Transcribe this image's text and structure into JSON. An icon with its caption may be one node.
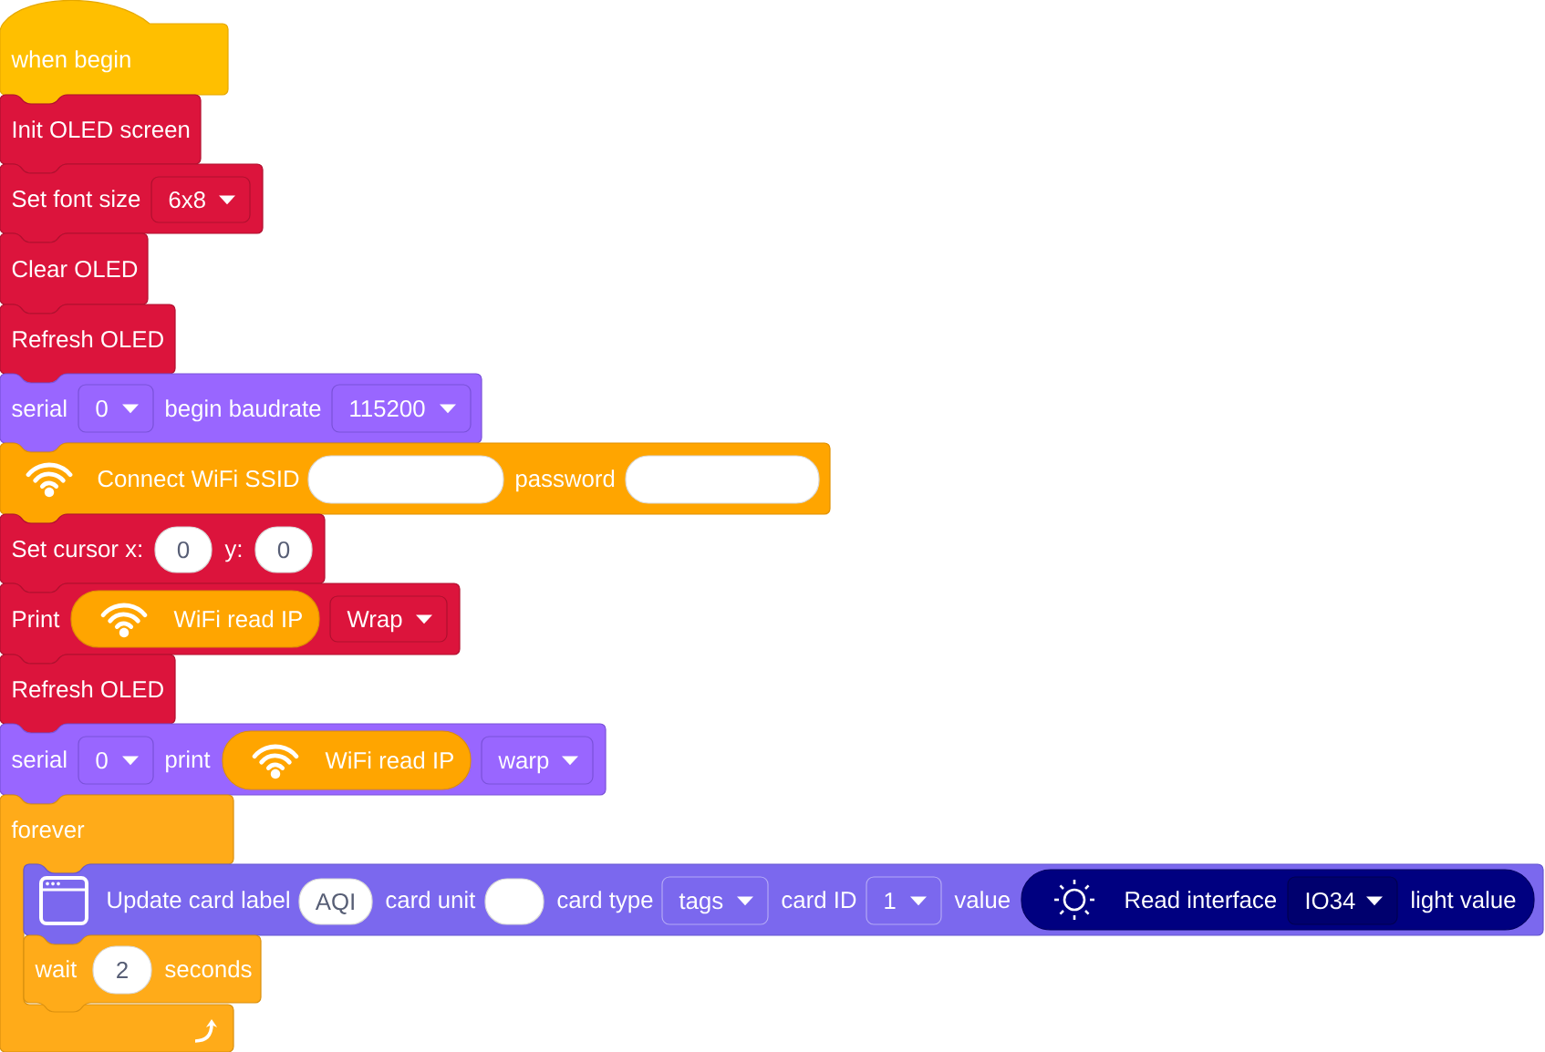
{
  "diagram": {
    "nodes": [
      {
        "text": [
          "when begin"
        ]
      },
      {
        "text": [
          "Init OLED screen"
        ]
      },
      {
        "text": [
          "Set font size"
        ]
      },
      {
        "text": [
          "6x8"
        ],
        "in": 2
      },
      {
        "text": [
          "Clear OLED"
        ]
      },
      {
        "text": [
          "Refresh OLED"
        ]
      },
      {
        "text": [
          "serial",
          "begin baudrate"
        ]
      },
      {
        "text": [
          "0"
        ],
        "in": 6
      },
      {
        "text": [
          "115200"
        ],
        "in": 6
      },
      {
        "text": [
          "Connect WiFi SSID",
          "password"
        ]
      },
      {
        "text": [],
        "shape": "oval",
        "in": 9
      },
      {
        "text": [],
        "shape": "oval",
        "in": 9
      },
      {
        "text": [
          "Set cursor x:",
          "y:"
        ]
      },
      {
        "text": [
          "0"
        ],
        "in": 12
      },
      {
        "text": [
          "0"
        ],
        "in": 12
      },
      {
        "text": [
          "Print"
        ]
      },
      {
        "text": [
          "WiFi read IP"
        ],
        "in": 15
      },
      {
        "text": [
          "Wrap"
        ],
        "in": 15
      },
      {
        "text": [
          "Refresh OLED"
        ]
      },
      {
        "text": [
          "serial",
          "print"
        ]
      },
      {
        "text": [
          "0"
        ],
        "in": 19
      },
      {
        "text": [
          "WiFi read IP"
        ],
        "in": 19
      },
      {
        "text": [
          "warp"
        ],
        "in": 19
      },
      {
        "text": [
          "forever"
        ]
      },
      {
        "text": [
          "Update card label",
          "card unit",
          "card type",
          "card ID",
          "value"
        ]
      },
      {
        "text": [
          "AQI"
        ],
        "in": 24
      },
      {
        "text": [],
        "shape": "oval",
        "in": 24
      },
      {
        "text": [
          "tags"
        ],
        "in": 24
      },
      {
        "text": [
          "1"
        ],
        "in": 24
      },
      {
        "text": [
          "Read interface",
          "light value"
        ],
        "in": 24
      },
      {
        "text": [
          "IO34"
        ],
        "in": 29
      },
      {
        "text": [
          "wait",
          "seconds"
        ]
      },
      {
        "text": [
          "2"
        ],
        "in": 31
      }
    ]
  }
}
